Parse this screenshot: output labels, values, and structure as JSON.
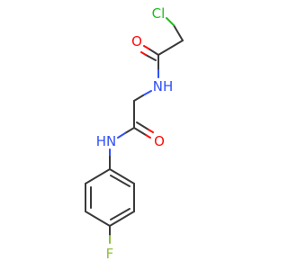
{
  "atoms": {
    "cl": {
      "label": "Cl",
      "color": "#1fbf1f"
    },
    "o1": {
      "label": "O",
      "color": "#ff0d0d"
    },
    "n1": {
      "label": "NH",
      "color": "#3050f8"
    },
    "o2": {
      "label": "O",
      "color": "#ff0d0d"
    },
    "n2": {
      "label": "HN",
      "color": "#3050f8"
    },
    "f": {
      "label": "F",
      "color": "#8fbf3f"
    }
  },
  "colors": {
    "carbon_bond": "#3a3a3a",
    "oxygen": "#ff0d0d",
    "nitrogen": "#3050f8",
    "chlorine": "#1fbf1f",
    "fluorine": "#8fbf3f",
    "background": "#ffffff"
  }
}
